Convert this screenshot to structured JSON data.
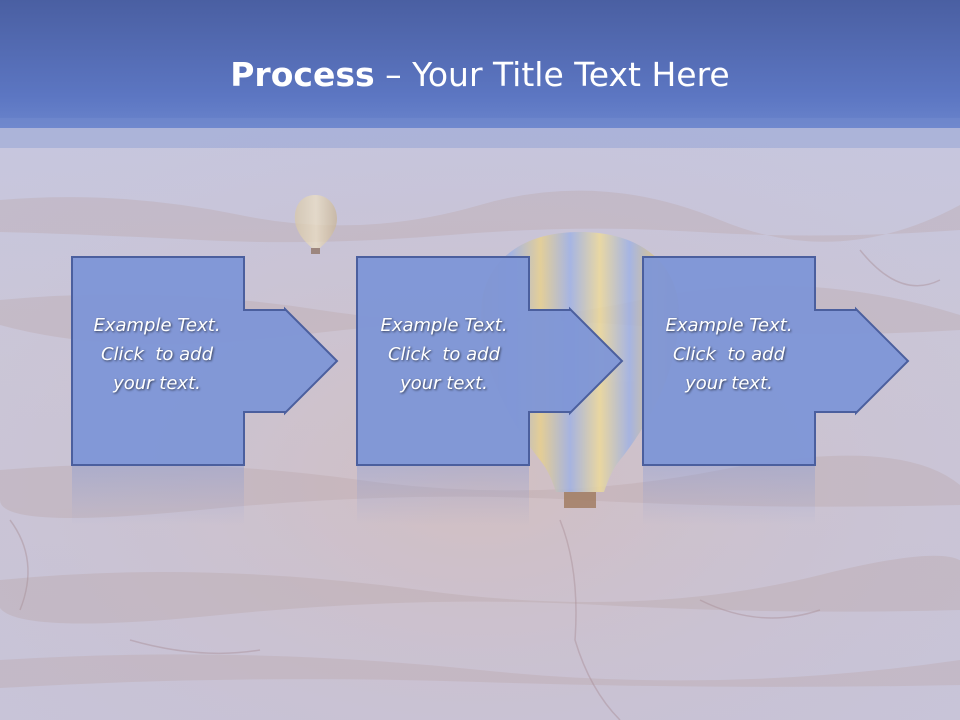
{
  "slide": {
    "title_bold": "Process",
    "title_rest": " – Your Title Text Here"
  },
  "colors": {
    "header_top": "#4a62a6",
    "header_bottom": "#6b82c8",
    "box_fill": "#7f96d6",
    "box_stroke": "#4b5f9e",
    "text": "#ffffff"
  },
  "steps": [
    {
      "line1": "Example Text.",
      "line2": "Click  to add",
      "line3": "your text."
    },
    {
      "line1": "Example Text.",
      "line2": "Click  to add",
      "line3": "your text."
    },
    {
      "line1": "Example Text.",
      "line2": "Click  to add",
      "line3": "your text."
    }
  ]
}
